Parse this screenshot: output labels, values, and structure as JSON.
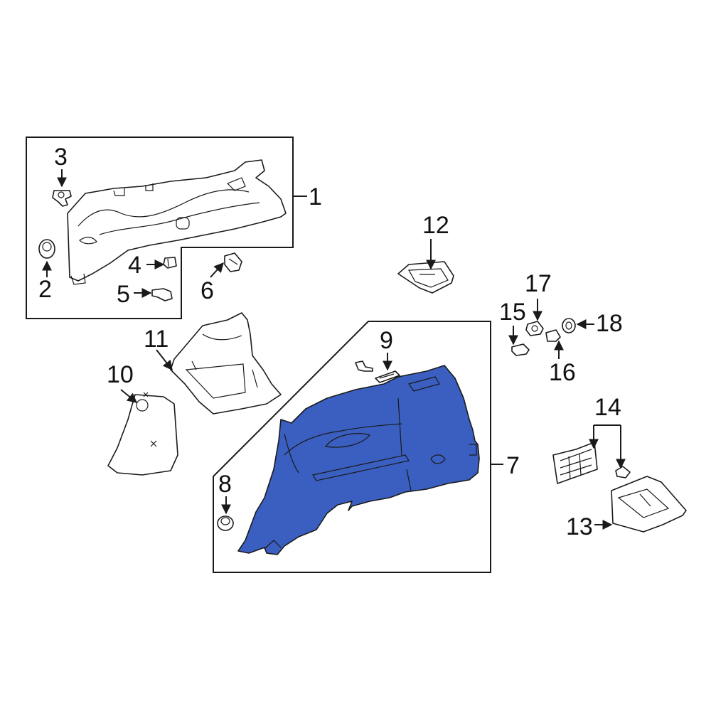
{
  "diagram": {
    "highlight_color": "#3a5fc0",
    "callouts": [
      {
        "id": "1",
        "label": "1"
      },
      {
        "id": "2",
        "label": "2"
      },
      {
        "id": "3",
        "label": "3"
      },
      {
        "id": "4",
        "label": "4"
      },
      {
        "id": "5",
        "label": "5"
      },
      {
        "id": "6",
        "label": "6"
      },
      {
        "id": "7",
        "label": "7"
      },
      {
        "id": "8",
        "label": "8"
      },
      {
        "id": "9",
        "label": "9"
      },
      {
        "id": "10",
        "label": "10"
      },
      {
        "id": "11",
        "label": "11"
      },
      {
        "id": "12",
        "label": "12"
      },
      {
        "id": "13",
        "label": "13"
      },
      {
        "id": "14",
        "label": "14"
      },
      {
        "id": "15",
        "label": "15"
      },
      {
        "id": "16",
        "label": "16"
      },
      {
        "id": "17",
        "label": "17"
      },
      {
        "id": "18",
        "label": "18"
      }
    ]
  }
}
